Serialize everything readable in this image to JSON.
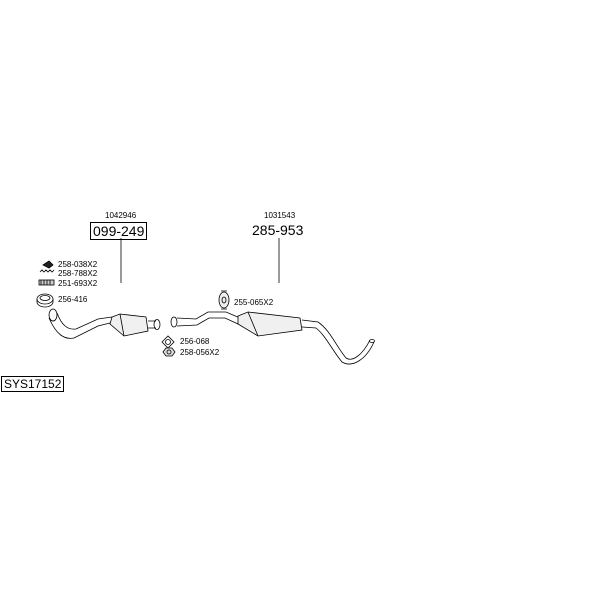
{
  "assembly_code": "SYS17152",
  "groups": [
    {
      "ref": "1042946",
      "part": "099-249"
    },
    {
      "ref": "1031543",
      "part": "285-953"
    }
  ],
  "parts": [
    {
      "code": "258-038X2"
    },
    {
      "code": "258-788X2"
    },
    {
      "code": "251-693X2"
    },
    {
      "code": "256-416"
    },
    {
      "code": "255-065X2"
    },
    {
      "code": "256-068"
    },
    {
      "code": "258-056X2"
    }
  ]
}
